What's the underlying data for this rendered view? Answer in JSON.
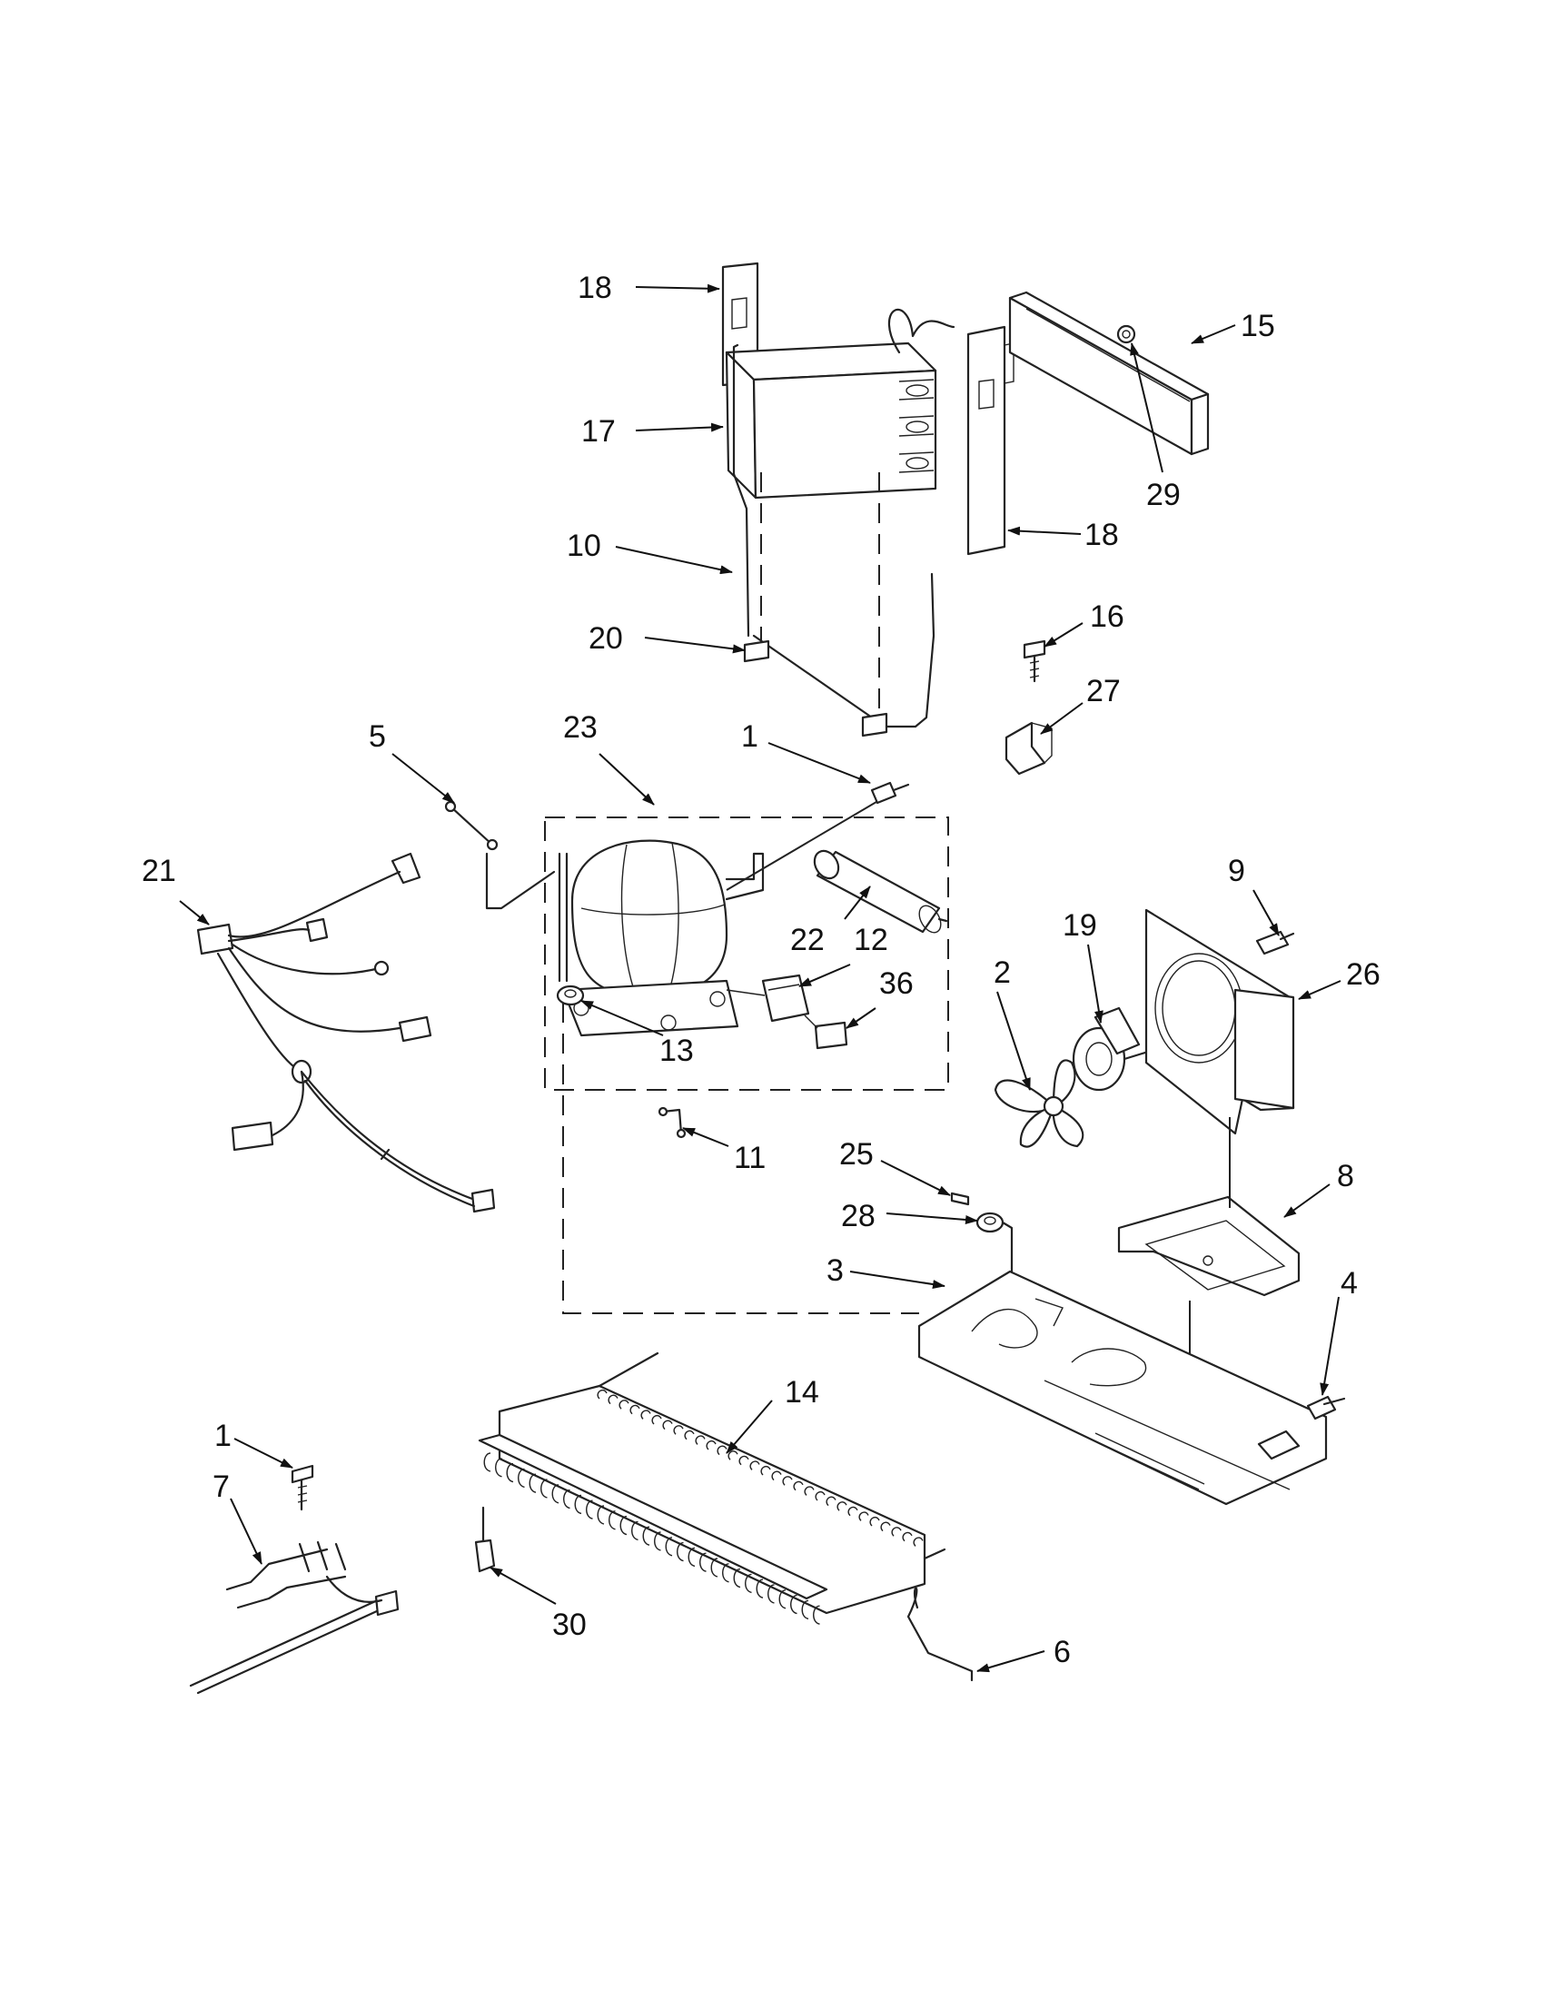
{
  "callouts": [
    {
      "id": "c18a",
      "text": "18"
    },
    {
      "id": "c17",
      "text": "17"
    },
    {
      "id": "c10",
      "text": "10"
    },
    {
      "id": "c20",
      "text": "20"
    },
    {
      "id": "c15",
      "text": "15"
    },
    {
      "id": "c29",
      "text": "29"
    },
    {
      "id": "c18b",
      "text": "18"
    },
    {
      "id": "c16",
      "text": "16"
    },
    {
      "id": "c27",
      "text": "27"
    },
    {
      "id": "c5",
      "text": "5"
    },
    {
      "id": "c23",
      "text": "23"
    },
    {
      "id": "c1a",
      "text": "1"
    },
    {
      "id": "c21",
      "text": "21"
    },
    {
      "id": "c22",
      "text": "22"
    },
    {
      "id": "c12",
      "text": "12"
    },
    {
      "id": "c36",
      "text": "36"
    },
    {
      "id": "c13",
      "text": "13"
    },
    {
      "id": "c9",
      "text": "9"
    },
    {
      "id": "c2",
      "text": "2"
    },
    {
      "id": "c19",
      "text": "19"
    },
    {
      "id": "c26",
      "text": "26"
    },
    {
      "id": "c11",
      "text": "11"
    },
    {
      "id": "c25",
      "text": "25"
    },
    {
      "id": "c8",
      "text": "8"
    },
    {
      "id": "c28",
      "text": "28"
    },
    {
      "id": "c3",
      "text": "3"
    },
    {
      "id": "c4",
      "text": "4"
    },
    {
      "id": "c1b",
      "text": "1"
    },
    {
      "id": "c14",
      "text": "14"
    },
    {
      "id": "c7",
      "text": "7"
    },
    {
      "id": "c30",
      "text": "30"
    },
    {
      "id": "c6",
      "text": "6"
    }
  ]
}
